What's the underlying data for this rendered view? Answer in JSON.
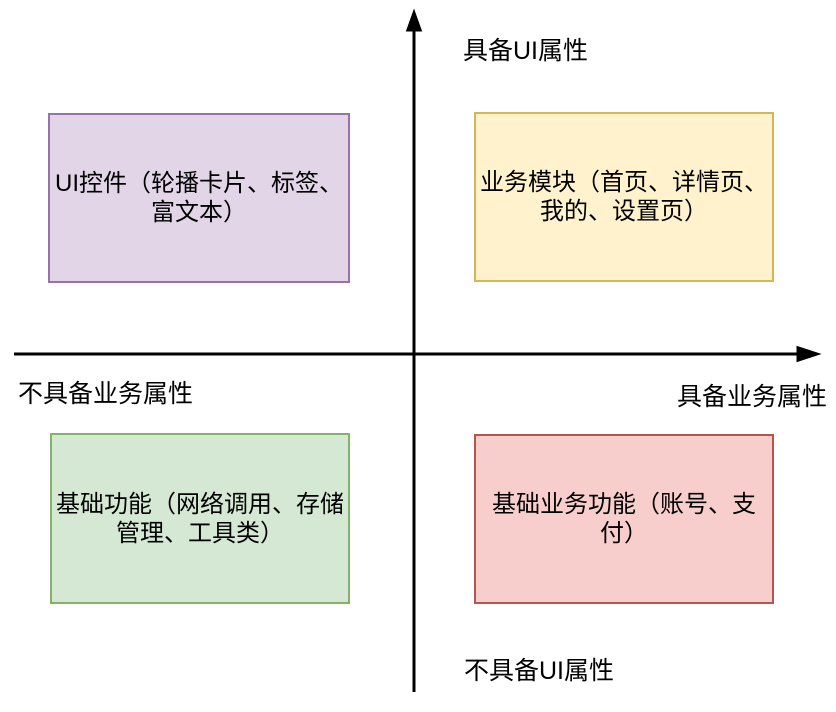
{
  "background": "#FFFFFF",
  "text_color": "#000000",
  "axes": {
    "color": "#000000",
    "vertical": {
      "top_label": "具备UI属性",
      "bottom_label": "不具备UI属性"
    },
    "horizontal": {
      "left_label": "不具备业务属性",
      "right_label": "具备业务属性"
    }
  },
  "quadrants": {
    "top_left": {
      "label": "UI控件（轮播卡片、标签、\n富文本）",
      "fill": "#E1D5E7",
      "border": "#9673A6"
    },
    "top_right": {
      "label": "业务模块（首页、详情页、\n我的、设置页）",
      "fill": "#FFF2CC",
      "border": "#D6B656"
    },
    "bottom_left": {
      "label": "基础功能（网络调用、存储\n管理、工具类）",
      "fill": "#D5E8D4",
      "border": "#82B366"
    },
    "bottom_right": {
      "label": "基础业务功能（账号、支\n付）",
      "fill": "#F8CECC",
      "border": "#B85450"
    }
  }
}
